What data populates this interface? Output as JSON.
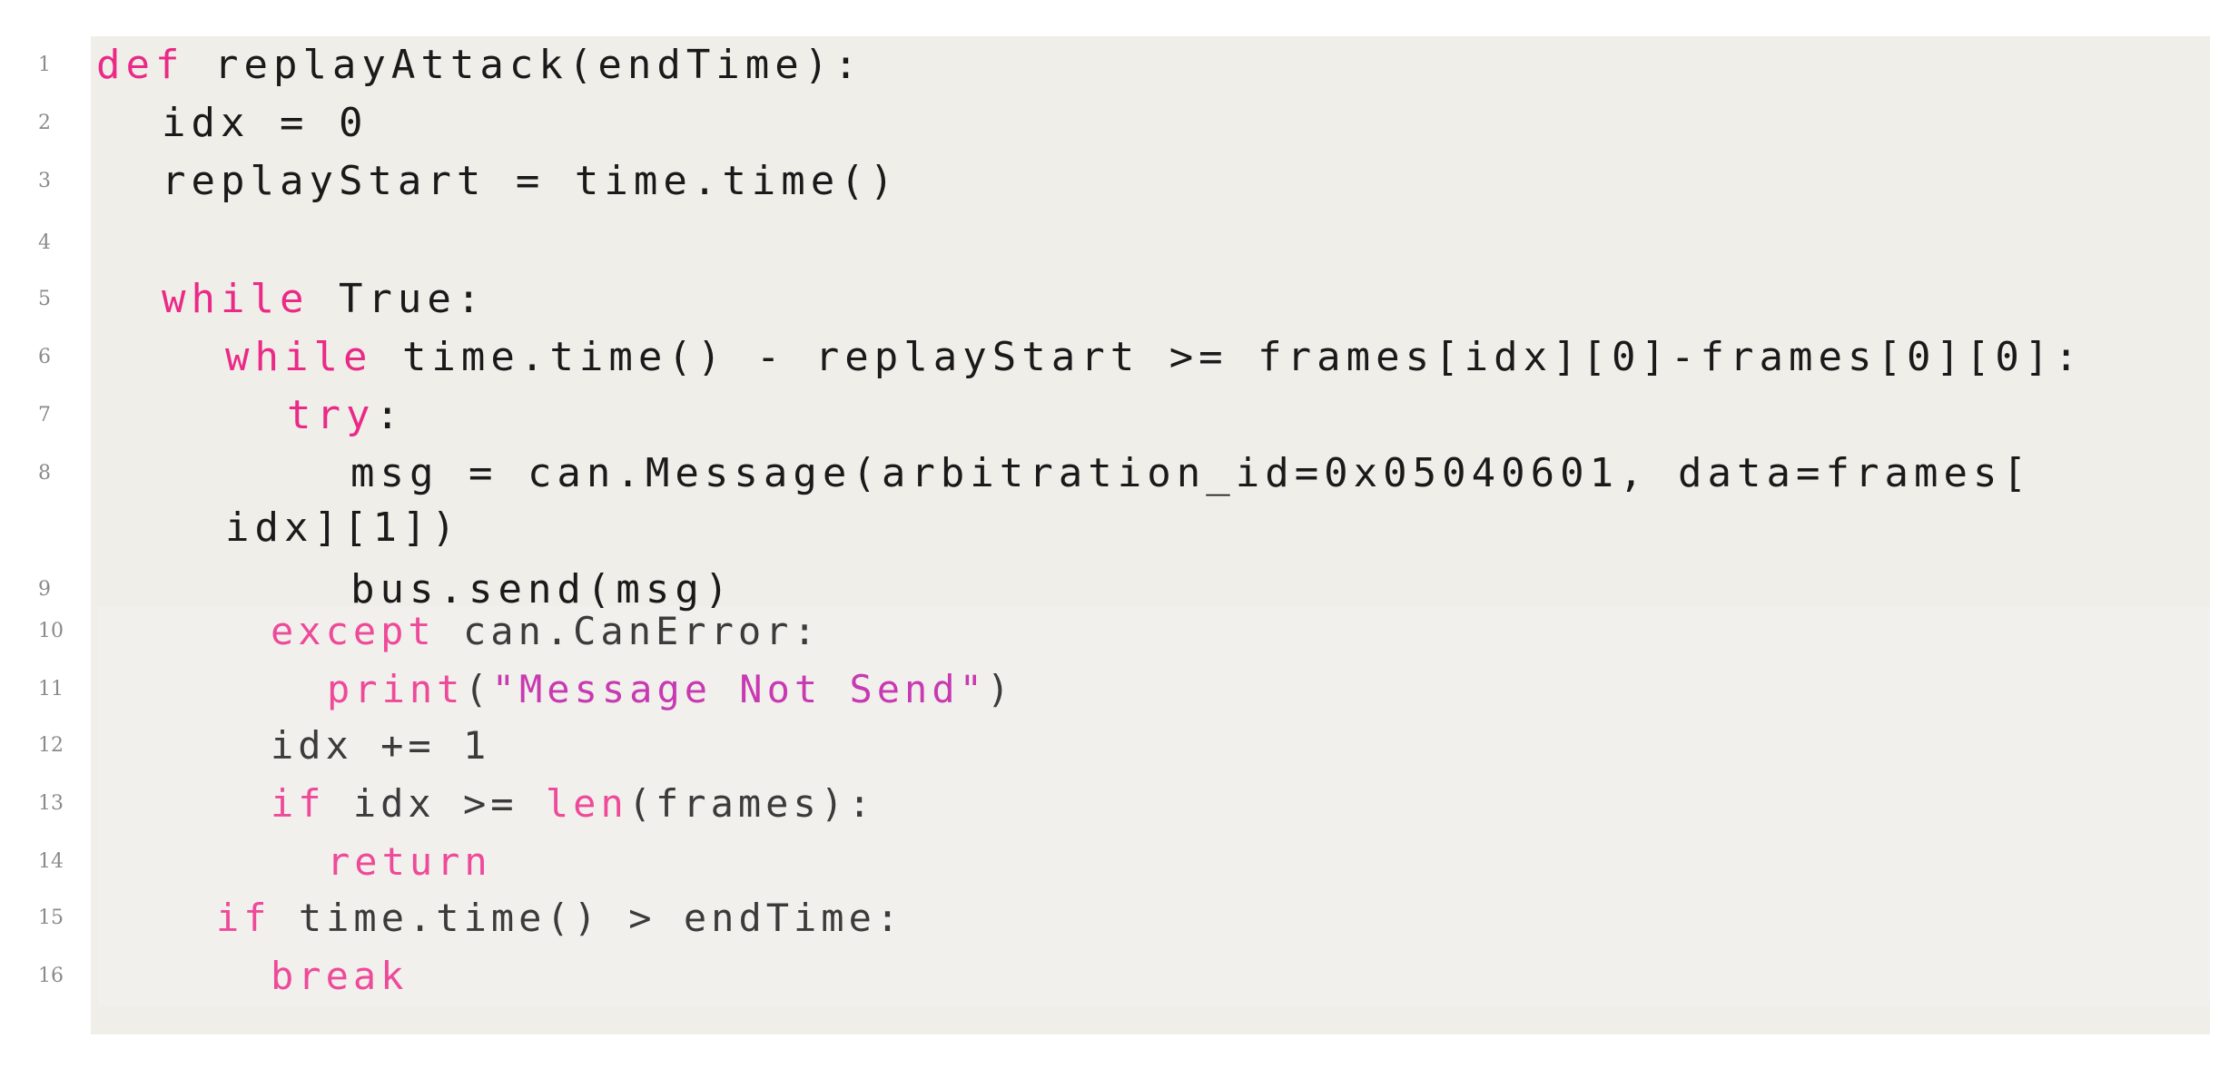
{
  "code": {
    "lines": [
      {
        "num": "1",
        "segments": [
          {
            "type": "kw",
            "text": "def"
          },
          {
            "type": "plain",
            "text": " replayAttack(endTime):"
          }
        ]
      },
      {
        "num": "2",
        "segments": [
          {
            "type": "plain",
            "text": "idx = 0"
          }
        ]
      },
      {
        "num": "3",
        "segments": [
          {
            "type": "plain",
            "text": "replayStart = time.time()"
          }
        ]
      },
      {
        "num": "4",
        "segments": []
      },
      {
        "num": "5",
        "segments": [
          {
            "type": "kw",
            "text": "while"
          },
          {
            "type": "plain",
            "text": " True:"
          }
        ]
      },
      {
        "num": "6",
        "segments": [
          {
            "type": "kw",
            "text": "while"
          },
          {
            "type": "plain",
            "text": " time.time() - replayStart >= frames[idx][0]-frames[0][0]:"
          }
        ]
      },
      {
        "num": "7",
        "segments": [
          {
            "type": "kw",
            "text": "try"
          },
          {
            "type": "plain",
            "text": ":"
          }
        ]
      },
      {
        "num": "8",
        "segments": [
          {
            "type": "plain",
            "text": "msg = can.Message(arbitration_id=0x05040601, data=frames["
          }
        ]
      },
      {
        "num": "",
        "segments": [
          {
            "type": "plain",
            "text": "idx][1])"
          }
        ]
      },
      {
        "num": "9",
        "segments": [
          {
            "type": "plain",
            "text": "bus.send(msg)"
          }
        ]
      },
      {
        "num": "10",
        "segments": [
          {
            "type": "kw",
            "text": "except"
          },
          {
            "type": "plain",
            "text": " can.CanError:"
          }
        ]
      },
      {
        "num": "11",
        "segments": [
          {
            "type": "kw",
            "text": "print"
          },
          {
            "type": "plain",
            "text": "("
          },
          {
            "type": "str",
            "text": "\"Message Not Send\""
          },
          {
            "type": "plain",
            "text": ")"
          }
        ]
      },
      {
        "num": "12",
        "segments": [
          {
            "type": "plain",
            "text": "idx += 1"
          }
        ]
      },
      {
        "num": "13",
        "segments": [
          {
            "type": "kw",
            "text": "if"
          },
          {
            "type": "plain",
            "text": " idx >= "
          },
          {
            "type": "kw",
            "text": "len"
          },
          {
            "type": "plain",
            "text": "(frames):"
          }
        ]
      },
      {
        "num": "14",
        "segments": [
          {
            "type": "kw",
            "text": "return"
          }
        ]
      },
      {
        "num": "15",
        "segments": [
          {
            "type": "kw",
            "text": "if"
          },
          {
            "type": "plain",
            "text": " time.time() > endTime:"
          }
        ]
      },
      {
        "num": "16",
        "segments": [
          {
            "type": "kw",
            "text": "break"
          }
        ]
      }
    ]
  },
  "colors": {
    "keyword": "#ea2a86",
    "string": "#c73ab1",
    "text": "#1a1a1a",
    "line_number": "#8a8a8a",
    "background": "#f0eee9"
  }
}
